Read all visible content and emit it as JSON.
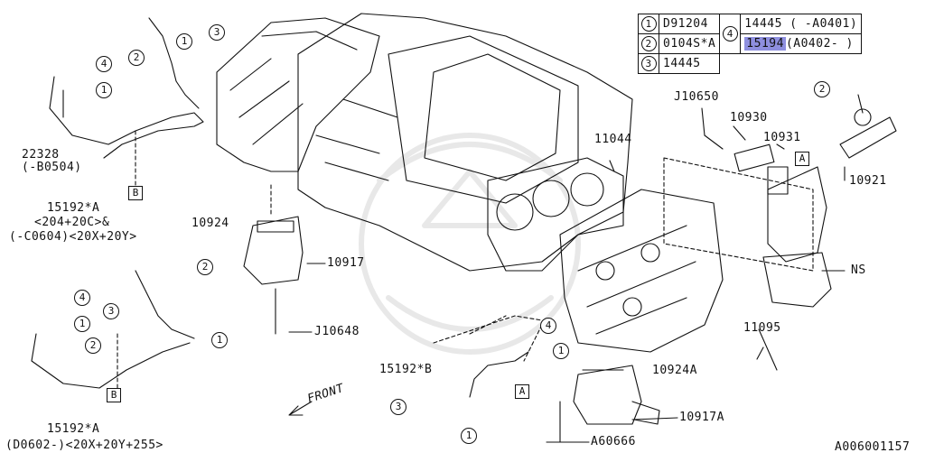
{
  "legend": {
    "rows": [
      {
        "num": "1",
        "part": "D91204"
      },
      {
        "num": "2",
        "part": "0104S*A"
      },
      {
        "num": "3",
        "part": "14445"
      }
    ],
    "group4": {
      "num": "4",
      "options": [
        {
          "part": "14445",
          "range": "( -A0401)"
        },
        {
          "part": "15194",
          "range": "(A0402- )",
          "highlighted": true
        }
      ]
    },
    "highlight_color": "#8e8fdf"
  },
  "labels": {
    "j10650": "J10650",
    "p10930": "10930",
    "p10931": "10931",
    "p10921": "10921",
    "p11044": "11044",
    "ns": "NS",
    "p10924": "10924",
    "p10917": "10917",
    "j10648": "J10648",
    "p11095": "11095",
    "p22328": "22328",
    "p22328_range": "(-B0504)",
    "p15192a_top": "15192*A",
    "p15192a_top_range1": "<204+20C>&",
    "p15192a_top_range2": "(-C0604)<20X+20Y>",
    "p15192b": "15192*B",
    "p10924a": "10924A",
    "p10917a": "10917A",
    "a60666": "A60666",
    "p15192a_bot": "15192*A",
    "p15192a_bot_range": "(D0602-)<20X+20Y+255>",
    "front": "FRONT",
    "figure_id": "A006001157"
  },
  "callouts": {
    "one": "1",
    "two": "2",
    "three": "3",
    "four": "4",
    "ref_a": "A",
    "ref_b": "B"
  }
}
